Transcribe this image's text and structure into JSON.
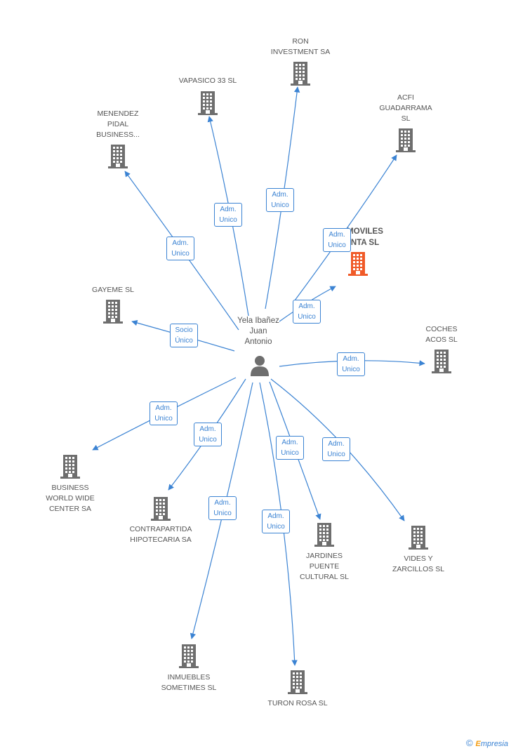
{
  "center": {
    "name": "Yela Ibañez\nJuan\nAntonio",
    "icon": "person-icon"
  },
  "companies": [
    {
      "id": "ron",
      "name": "RON\nINVESTMENT SA",
      "highlight": false
    },
    {
      "id": "vapasico",
      "name": "VAPASICO 33 SL",
      "highlight": false
    },
    {
      "id": "acfi",
      "name": "ACFI\nGUADARRAMA\nSL",
      "highlight": false
    },
    {
      "id": "menendez",
      "name": "MENENDEZ\nPIDAL\nBUSINESS...",
      "highlight": false
    },
    {
      "id": "moviles",
      "name": "MOVILES\nNTA SL",
      "highlight": true
    },
    {
      "id": "gayeme",
      "name": "GAYEME SL",
      "highlight": false
    },
    {
      "id": "coches",
      "name": "COCHES\nACOS SL",
      "highlight": false
    },
    {
      "id": "business",
      "name": "BUSINESS\nWORLD WIDE\nCENTER SA",
      "highlight": false
    },
    {
      "id": "contrapartida",
      "name": "CONTRAPARTIDA\nHIPOTECARIA SA",
      "highlight": false
    },
    {
      "id": "jardines",
      "name": "JARDINES\nPUENTE\nCULTURAL SL",
      "highlight": false
    },
    {
      "id": "vides",
      "name": "VIDES Y\nZARCILLOS SL",
      "highlight": false
    },
    {
      "id": "inmuebles",
      "name": "INMUEBLES\nSOMETIMES SL",
      "highlight": false
    },
    {
      "id": "turon",
      "name": "TURON ROSA SL",
      "highlight": false
    }
  ],
  "edges": [
    {
      "target": "ron",
      "role": "Adm.\nUnico"
    },
    {
      "target": "vapasico",
      "role": "Adm.\nUnico"
    },
    {
      "target": "acfi",
      "role": "Adm.\nUnico"
    },
    {
      "target": "menendez",
      "role": "Adm.\nUnico"
    },
    {
      "target": "moviles",
      "role": "Adm.\nUnico"
    },
    {
      "target": "gayeme",
      "role": "Socio\nÚnico"
    },
    {
      "target": "coches",
      "role": "Adm.\nUnico"
    },
    {
      "target": "business",
      "role": "Adm.\nUnico"
    },
    {
      "target": "contrapartida",
      "role": "Adm.\nUnico"
    },
    {
      "target": "jardines",
      "role": "Adm.\nUnico"
    },
    {
      "target": "vides",
      "role": "Adm.\nUnico"
    },
    {
      "target": "inmuebles",
      "role": "Adm.\nUnico"
    },
    {
      "target": "turon",
      "role": "Adm.\nUnico"
    }
  ],
  "colors": {
    "edge": "#3b83d3",
    "building": "#6e6e6e",
    "building_highlight": "#f05a28",
    "text": "#555555"
  },
  "footer": {
    "copyright": "©",
    "brand_first": "E",
    "brand_rest": "mpresia"
  }
}
